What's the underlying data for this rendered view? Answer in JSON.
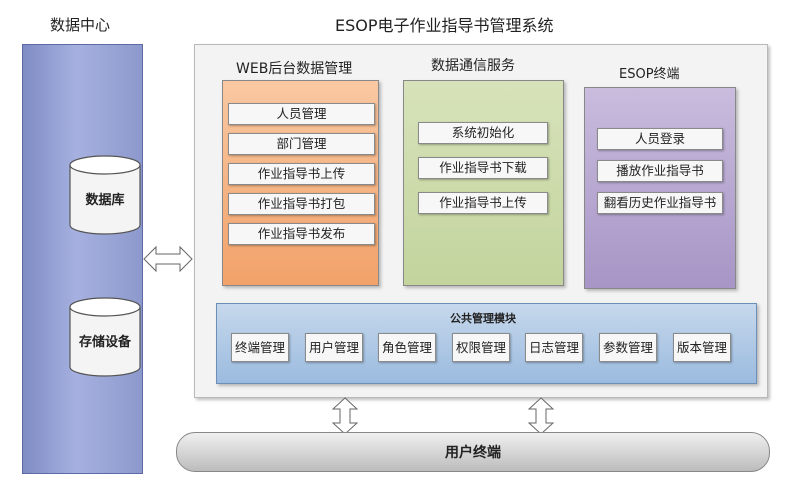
{
  "data_center": {
    "title": "数据中心",
    "database_label": "数据库",
    "storage_label": "存储设备"
  },
  "system": {
    "title": "ESOP电子作业指导书管理系统"
  },
  "web_backend": {
    "title": "WEB后台数据管理",
    "items": [
      "人员管理",
      "部门管理",
      "作业指导书上传",
      "作业指导书打包",
      "作业指导书发布"
    ]
  },
  "comm_service": {
    "title": "数据通信服务",
    "items": [
      "系统初始化",
      "作业指导书下载",
      "作业指导书上传"
    ]
  },
  "esop_terminal": {
    "title": "ESOP终端",
    "items": [
      "人员登录",
      "播放作业指导书",
      "翻看历史作业指导书"
    ]
  },
  "public_module": {
    "title": "公共管理模块",
    "items": [
      "终端管理",
      "用户管理",
      "角色管理",
      "权限管理",
      "日志管理",
      "参数管理",
      "版本管理"
    ]
  },
  "user_terminal": {
    "label": "用户终端"
  }
}
